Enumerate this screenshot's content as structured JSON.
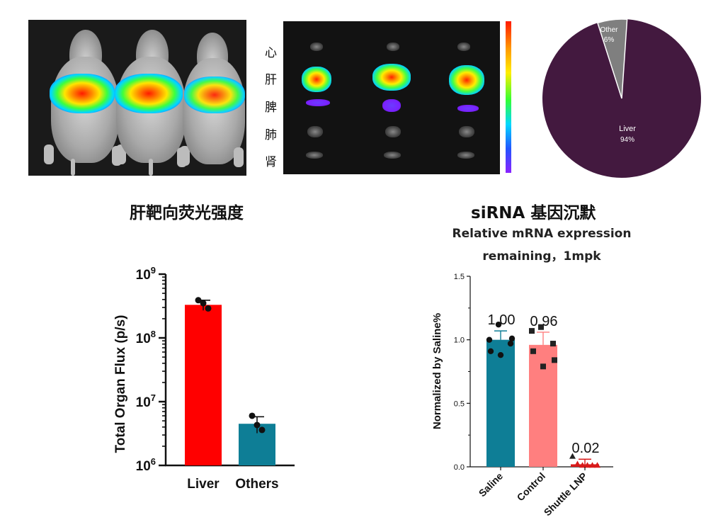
{
  "organ_labels": [
    "心",
    "肝",
    "脾",
    "肺",
    "肾"
  ],
  "pie": {
    "slices": [
      {
        "label": "Liver",
        "pct_label": "94%",
        "value": 94,
        "color": "#43193f"
      },
      {
        "label": "Other",
        "pct_label": "6%",
        "value": 6,
        "color": "#7f7f7f"
      }
    ]
  },
  "flux_title": "肝靶向荧光强度",
  "silencing_title": "siRNA 基因沉默",
  "silencing_subtitle_line1": "Relative mRNA expression",
  "silencing_subtitle_line2": "remaining，1mpk",
  "chart_data": [
    {
      "type": "bar",
      "scale": "log",
      "ylabel": "Total Organ Flux (p/s)",
      "ylim": [
        1000000,
        1000000000
      ],
      "yticks": [
        {
          "base": "10",
          "exp": "6",
          "value": 1000000
        },
        {
          "base": "10",
          "exp": "7",
          "value": 10000000
        },
        {
          "base": "10",
          "exp": "8",
          "value": 100000000
        },
        {
          "base": "10",
          "exp": "9",
          "value": 1000000000
        }
      ],
      "categories": [
        "Liver",
        "Others"
      ],
      "values": [
        330000000,
        4500000
      ],
      "errors": [
        60000000,
        1300000
      ],
      "points": [
        [
          390000000,
          290000000,
          350000000
        ],
        [
          6000000,
          3600000,
          4300000
        ]
      ],
      "colors": [
        "#ff0000",
        "#0e7e96"
      ]
    },
    {
      "type": "bar",
      "ylabel": "Normalized by Saline%",
      "ylim": [
        0,
        1.5
      ],
      "yticks": [
        "0.0",
        "0.5",
        "1.0",
        "1.5"
      ],
      "categories": [
        "Saline",
        "Control",
        "Shuttle LNP"
      ],
      "values": [
        1.0,
        0.96,
        0.02
      ],
      "value_labels": [
        "1.00",
        "0.96",
        "0.02"
      ],
      "errors": [
        0.07,
        0.1,
        0.04
      ],
      "points": [
        [
          1.12,
          1.0,
          0.97,
          0.91,
          0.88,
          1.01
        ],
        [
          1.1,
          1.07,
          0.97,
          0.91,
          0.79,
          0.84
        ],
        [
          0.08,
          0.02,
          0.01,
          0.01,
          0.01,
          0.01
        ]
      ],
      "markers": [
        "circle",
        "square",
        "triangle"
      ],
      "colors": [
        "#0e7e96",
        "#ff7f7f",
        "#d81b1b"
      ]
    }
  ]
}
